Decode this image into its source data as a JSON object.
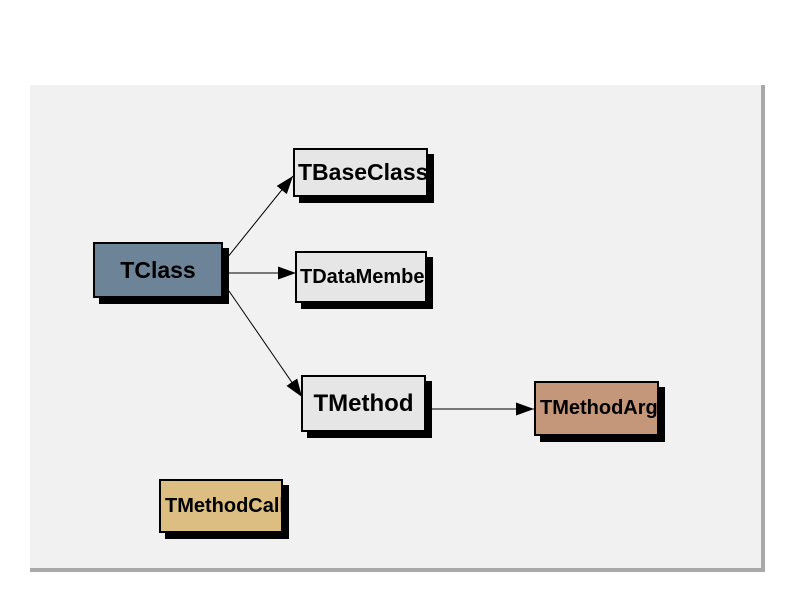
{
  "page": {
    "background": "#ffffff"
  },
  "canvas": {
    "background": "#f1f1f1",
    "shadow_border_color": "#a9a9a9"
  },
  "diagram": {
    "edge_color": "#000000",
    "node_border_color": "#000000",
    "node_shadow_color": "#000000",
    "nodes": [
      {
        "id": "tclass",
        "label": "TClass",
        "fill": "#6d8498",
        "text_color": "#000000"
      },
      {
        "id": "tbaseclass",
        "label": "TBaseClass",
        "fill": "#e6e6e6",
        "text_color": "#000000"
      },
      {
        "id": "tdatamember",
        "label": "TDataMember",
        "fill": "#e6e6e6",
        "text_color": "#000000"
      },
      {
        "id": "tmethod",
        "label": "TMethod",
        "fill": "#e6e6e6",
        "text_color": "#000000"
      },
      {
        "id": "tmethodarg",
        "label": "TMethodArg",
        "fill": "#c4977a",
        "text_color": "#000000"
      },
      {
        "id": "tmethodcall",
        "label": "TMethodCall",
        "fill": "#dcbd82",
        "text_color": "#000000"
      }
    ],
    "edges": [
      {
        "from": "tclass",
        "to": "tbaseclass"
      },
      {
        "from": "tclass",
        "to": "tdatamember"
      },
      {
        "from": "tclass",
        "to": "tmethod"
      },
      {
        "from": "tmethod",
        "to": "tmethodarg"
      }
    ]
  }
}
